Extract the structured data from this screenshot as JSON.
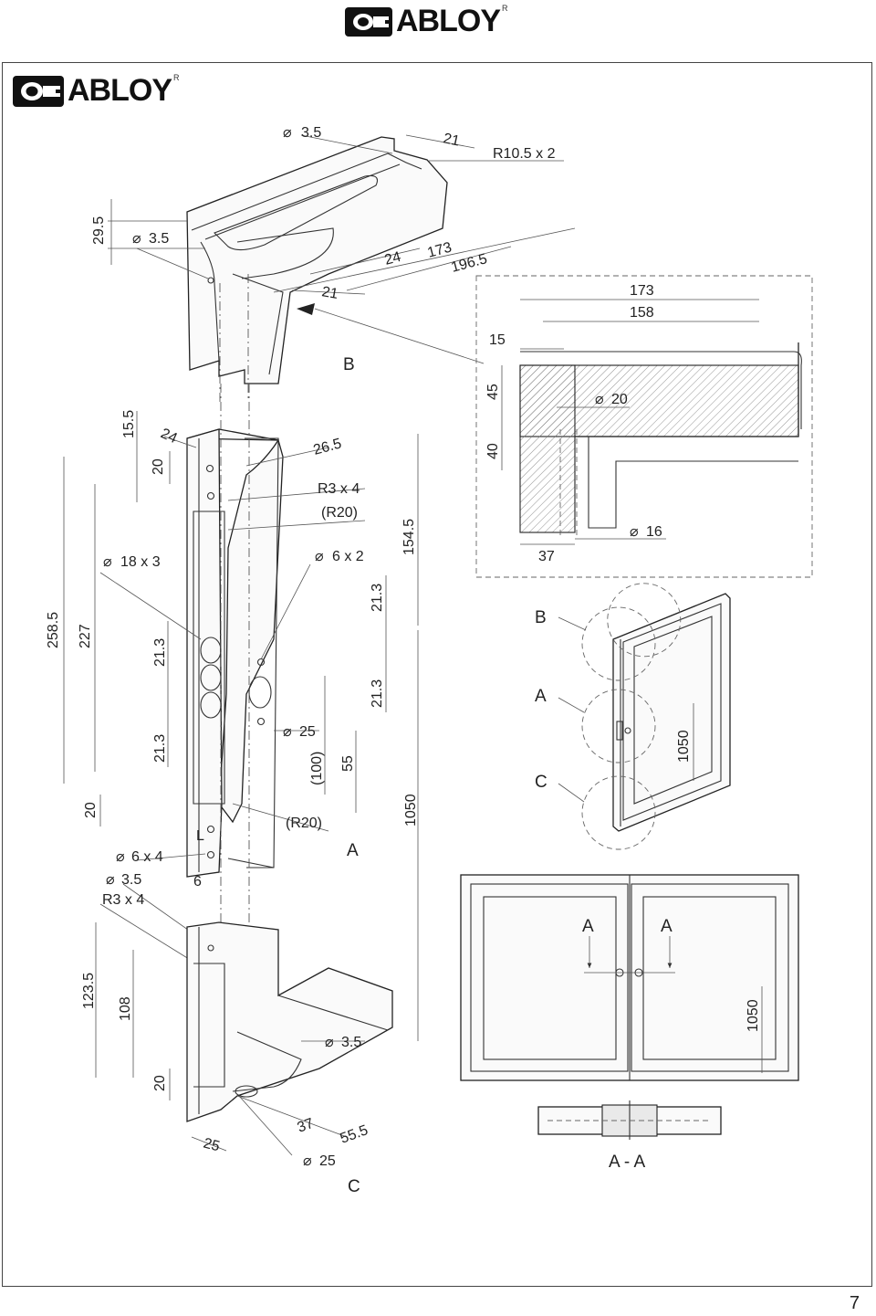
{
  "brand": {
    "name": "ABLOY",
    "registered": "R"
  },
  "page_number": "7",
  "top_detail": {
    "dims": {
      "d_hole_top": "3.5",
      "w21_top": "21",
      "r_slot": "R10.5 x 2",
      "h29_5": "29.5",
      "d_hole_left": "3.5",
      "w24": "24",
      "w173": "173",
      "w196_5": "196.5",
      "w21_mid": "21"
    },
    "section_label": "B"
  },
  "middle_detail": {
    "dims": {
      "h15_5": "15.5",
      "w24": "24",
      "h20": "20",
      "w26_5": "26.5",
      "r3x4_top": "R3 x 4",
      "r20_top": "(R20)",
      "holes_18": "18 x 3",
      "holes_6x2": "6 x 2",
      "h154_5": "154.5",
      "h258_5": "258.5",
      "h227": "227",
      "h21_3_a": "21.3",
      "h21_3_b": "21.3",
      "h21_3_c": "21.3",
      "h21_3_d": "21.3",
      "d25": "25",
      "h100": "(100)",
      "h55": "55",
      "h1050": "1050",
      "h20_lower": "20",
      "r20_lower": "(R20)",
      "L": "L",
      "holes_6x4": "6 x 4",
      "d3_5": "3.5",
      "r3x4_lower": "R3 x 4",
      "w6": "6"
    },
    "section_label": "A"
  },
  "bottom_detail": {
    "dims": {
      "h123_5": "123.5",
      "h108": "108",
      "d3_5": "3.5",
      "h20": "20",
      "w37": "37",
      "w55_5": "55.5",
      "w25": "25",
      "d25": "25"
    },
    "section_label": "C"
  },
  "section_b_detail": {
    "dims": {
      "w173": "173",
      "w158": "158",
      "w15": "15",
      "h45": "45",
      "d20": "20",
      "h40": "40",
      "w37": "37",
      "d16": "16"
    }
  },
  "window_single": {
    "labels": [
      "B",
      "A",
      "C"
    ],
    "height": "1050"
  },
  "window_double": {
    "labels": [
      "A",
      "A"
    ],
    "height": "1050"
  },
  "section_aa": {
    "label": "A - A"
  }
}
